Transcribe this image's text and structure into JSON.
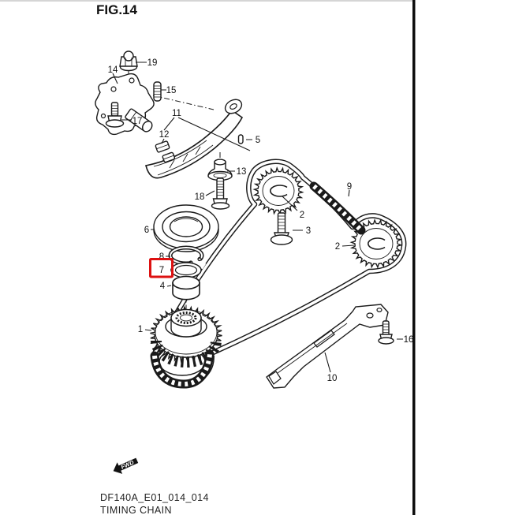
{
  "figure": {
    "title": "FIG.14"
  },
  "footer": {
    "code": "DF140A_E01_014_014",
    "name": "TIMING CHAIN"
  },
  "orientation": {
    "label": "FWD"
  },
  "highlight": {
    "part_number": "7",
    "box_color": "#dd1111"
  },
  "callouts": {
    "c1": "1",
    "c2a": "2",
    "c2b": "2",
    "c3": "3",
    "c4": "4",
    "c5": "5",
    "c6": "6",
    "c7": "7",
    "c8": "8",
    "c9": "9",
    "c10": "10",
    "c11": "11",
    "c12": "12",
    "c13": "13",
    "c14": "14",
    "c15": "15",
    "c16": "16",
    "c17": "17",
    "c18": "18",
    "c19": "19"
  }
}
